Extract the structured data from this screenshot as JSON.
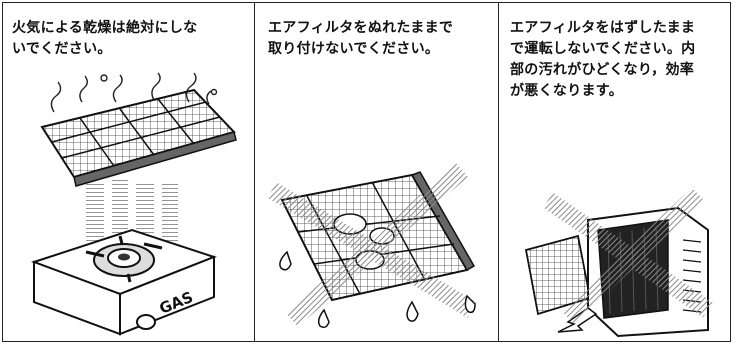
{
  "panels": [
    {
      "id": "fire-drying",
      "caption_lines": [
        "火気による乾燥は絶対にしな",
        "いでください。"
      ],
      "stove_text": "GAS",
      "icon": "filter-over-stove-illustration"
    },
    {
      "id": "wet-filter",
      "caption_lines": [
        "エアフィルタをぬれたままで",
        "取り付けないでください。"
      ],
      "icon": "wet-filter-crossed-illustration"
    },
    {
      "id": "no-filter-operation",
      "caption_lines": [
        "エアフィルタをはずしたまま",
        "で運転しないでください。内",
        "部の汚れがひどくなり，効率",
        "が悪くなります。"
      ],
      "icon": "unit-without-filter-crossed-illustration"
    }
  ],
  "colors": {
    "ink": "#111111",
    "hatch": "#8a8a8a",
    "paper": "#ffffff"
  }
}
